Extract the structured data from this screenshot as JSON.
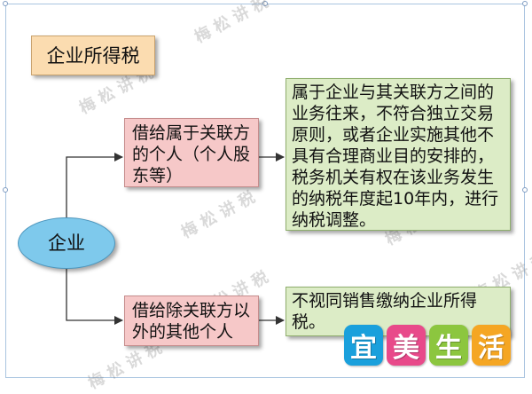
{
  "title": "企业所得税",
  "entity": "企业",
  "branches": [
    {
      "condition": "借给属于关联方的个人（个人股东等）",
      "result": "属于企业与其关联方之间的业务往来，不符合独立交易原则，或者企业实施其他不具有合理商业目的安排的，税务机关有权在该业务发生的纳税年度起10年内，进行纳税调整。"
    },
    {
      "condition": "借给除关联方以外的其他个人",
      "result": "不视同销售缴纳企业所得税。"
    }
  ],
  "logo": {
    "chars": [
      "宜",
      "美",
      "生",
      "活"
    ],
    "colors": [
      "#1aa0dc",
      "#e84a8a",
      "#8cc63f",
      "#f5a623"
    ]
  },
  "watermark": "梅松讲税"
}
